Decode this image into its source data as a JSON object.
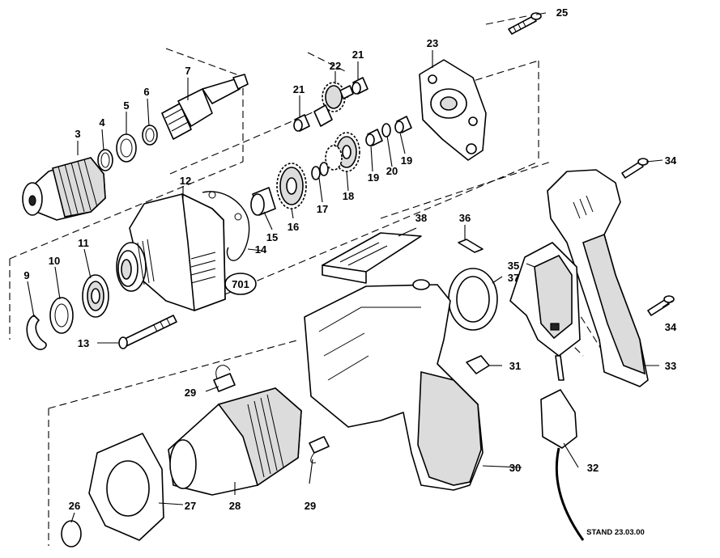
{
  "callouts": [
    {
      "id": "3",
      "text": "3"
    },
    {
      "id": "4",
      "text": "4"
    },
    {
      "id": "5",
      "text": "5"
    },
    {
      "id": "6",
      "text": "6"
    },
    {
      "id": "7",
      "text": "7"
    },
    {
      "id": "9",
      "text": "9"
    },
    {
      "id": "10",
      "text": "10"
    },
    {
      "id": "11",
      "text": "11"
    },
    {
      "id": "12",
      "text": "12"
    },
    {
      "id": "13",
      "text": "13"
    },
    {
      "id": "14",
      "text": "14"
    },
    {
      "id": "15",
      "text": "15"
    },
    {
      "id": "16",
      "text": "16"
    },
    {
      "id": "17",
      "text": "17"
    },
    {
      "id": "18",
      "text": "18"
    },
    {
      "id": "19a",
      "text": "19"
    },
    {
      "id": "19b",
      "text": "19"
    },
    {
      "id": "20",
      "text": "20"
    },
    {
      "id": "21a",
      "text": "21"
    },
    {
      "id": "21b",
      "text": "21"
    },
    {
      "id": "22",
      "text": "22"
    },
    {
      "id": "23",
      "text": "23"
    },
    {
      "id": "25",
      "text": "25"
    },
    {
      "id": "26",
      "text": "26"
    },
    {
      "id": "27",
      "text": "27"
    },
    {
      "id": "28",
      "text": "28"
    },
    {
      "id": "29a",
      "text": "29"
    },
    {
      "id": "29b",
      "text": "29"
    },
    {
      "id": "30",
      "text": "30"
    },
    {
      "id": "31",
      "text": "31"
    },
    {
      "id": "32",
      "text": "32"
    },
    {
      "id": "33",
      "text": "33"
    },
    {
      "id": "34a",
      "text": "34"
    },
    {
      "id": "34b",
      "text": "34"
    },
    {
      "id": "35",
      "text": "35"
    },
    {
      "id": "36",
      "text": "36"
    },
    {
      "id": "37",
      "text": "37"
    },
    {
      "id": "38",
      "text": "38"
    },
    {
      "id": "701",
      "text": "701"
    }
  ],
  "stamp": "STAND 23.03.00"
}
